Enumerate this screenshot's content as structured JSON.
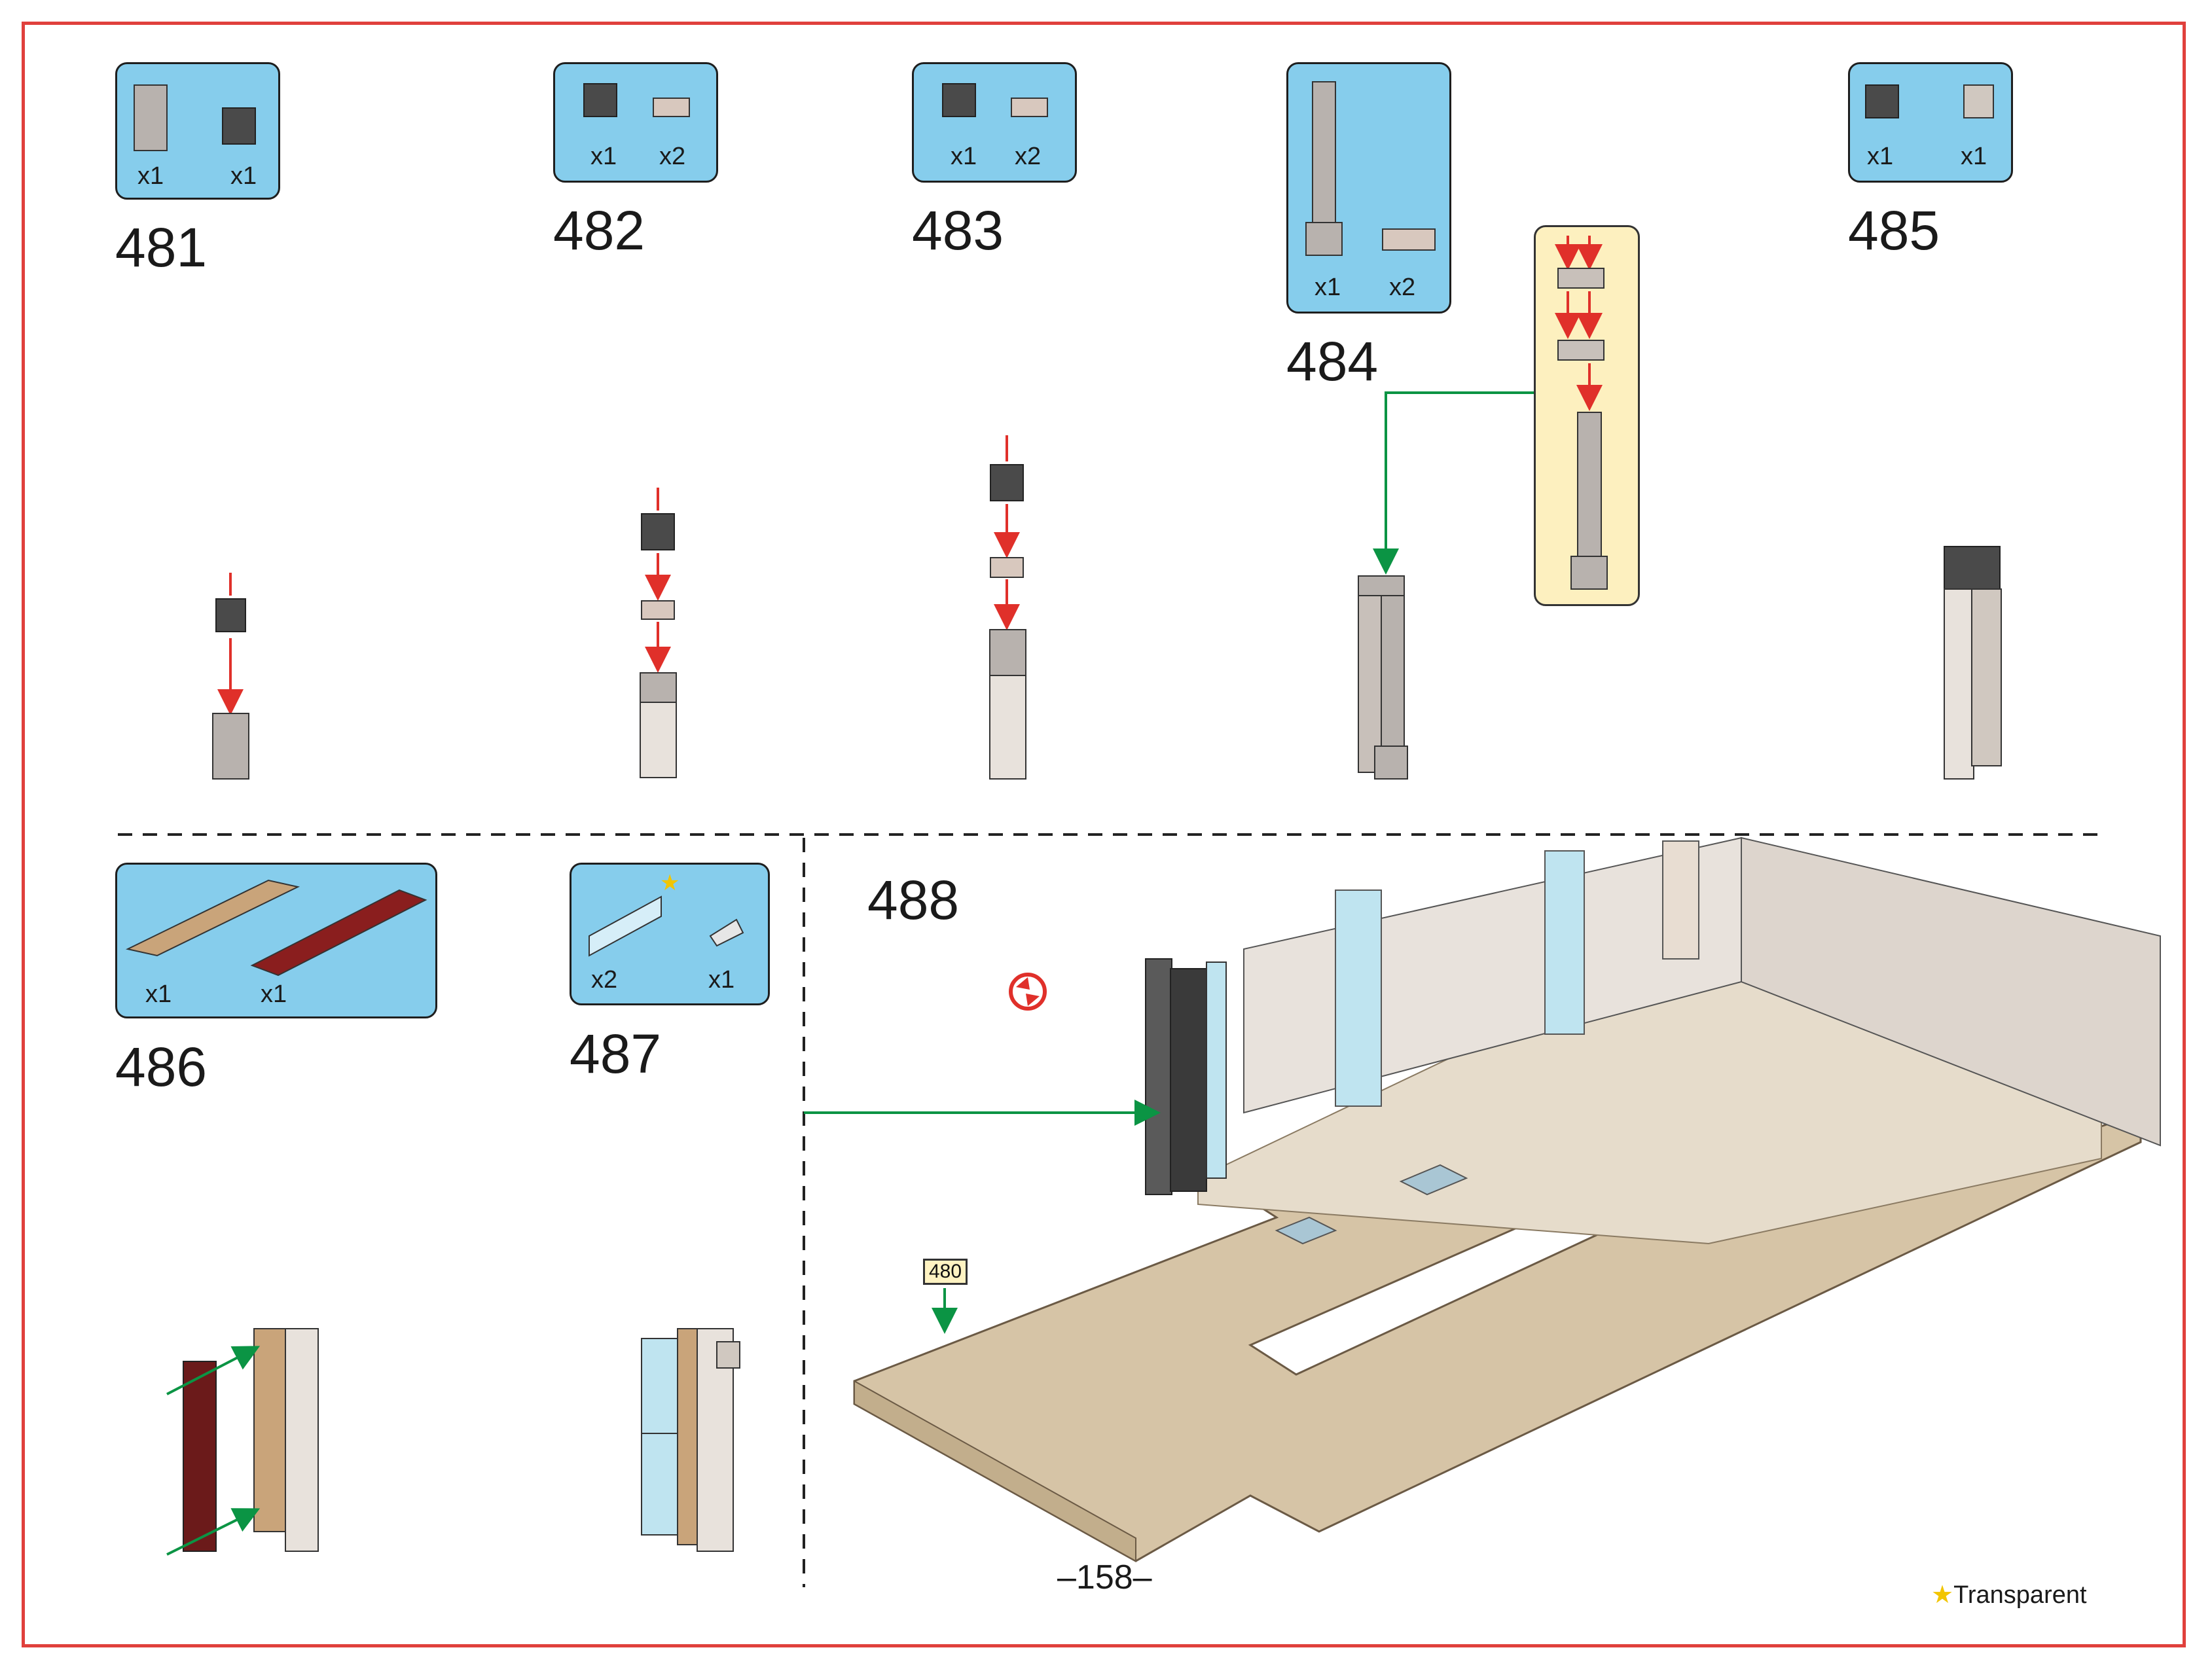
{
  "page": {
    "page_number": "–158–"
  },
  "legend": {
    "star": "★",
    "text": "Transparent"
  },
  "steps": [
    {
      "number": "481",
      "quantities": [
        "x1",
        "x1"
      ]
    },
    {
      "number": "482",
      "quantities": [
        "x1",
        "x2"
      ]
    },
    {
      "number": "483",
      "quantities": [
        "x1",
        "x2"
      ]
    },
    {
      "number": "484",
      "quantities": [
        "x1",
        "x2"
      ]
    },
    {
      "number": "485",
      "quantities": [
        "x1",
        "x1"
      ]
    },
    {
      "number": "486",
      "quantities": [
        "x1",
        "x1"
      ]
    },
    {
      "number": "487",
      "quantities": [
        "x2",
        "x1"
      ]
    },
    {
      "number": "488",
      "quantities": []
    }
  ],
  "reference_tag": "480",
  "colors": {
    "panel": "#86cdec",
    "callout": "#fdf0bf",
    "border": "#e0403c",
    "arrow_red": "#e0302a",
    "arrow_green": "#0b9444",
    "tan": "#d6c4a6",
    "dark_gray": "#4a4a4a",
    "light_gray": "#b8b2ae",
    "white_brick": "#e8e2dc",
    "dark_red": "#6b1a1a"
  }
}
